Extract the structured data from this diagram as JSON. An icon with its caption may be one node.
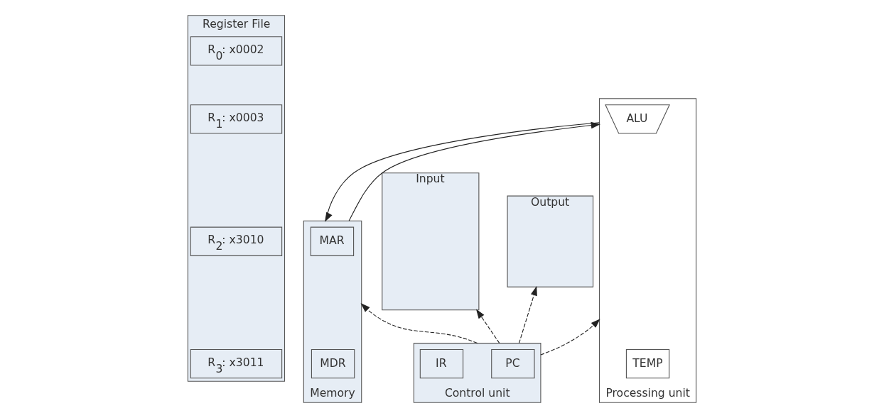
{
  "diagram": {
    "nodes": [
      {
        "text": [
          "Register File"
        ]
      },
      {
        "text": [
          "R$_{0}$: x0002"
        ],
        "in": 0
      },
      {
        "text": [
          "R$_{1}$: x0003"
        ],
        "in": 0
      },
      {
        "text": [
          "R$_{2}$: x3010"
        ],
        "in": 0
      },
      {
        "text": [
          "R$_{3}$: x3011"
        ],
        "in": 0
      },
      {
        "text": [
          "Input"
        ]
      },
      {
        "text": [
          "Memory"
        ]
      },
      {
        "text": [
          "MAR"
        ],
        "in": 6
      },
      {
        "text": [
          "MDR"
        ],
        "in": 6
      },
      {
        "text": [
          "Output"
        ]
      },
      {
        "text": [
          "Processing unit"
        ]
      },
      {
        "text": [
          "ALU"
        ],
        "in": 10
      },
      {
        "text": [
          "TEMP"
        ],
        "in": 10
      },
      {
        "text": [
          "Control unit"
        ]
      },
      {
        "text": [
          "PC"
        ],
        "in": 13
      },
      {
        "text": [
          "IR"
        ],
        "in": 13
      }
    ],
    "edges": [
      {
        "from": 6,
        "to": 10,
        "arrow": "to"
      },
      {
        "from": 10,
        "to": 6,
        "arrow": "to"
      },
      {
        "from": 13,
        "to": 5,
        "arrow": "to",
        "style": "dashed"
      },
      {
        "from": 13,
        "to": 6,
        "arrow": "to",
        "style": "dashed"
      },
      {
        "from": 13,
        "to": 10,
        "arrow": "to",
        "style": "dashed"
      },
      {
        "from": 13,
        "to": 9,
        "arrow": "to",
        "style": "dashed"
      }
    ]
  }
}
